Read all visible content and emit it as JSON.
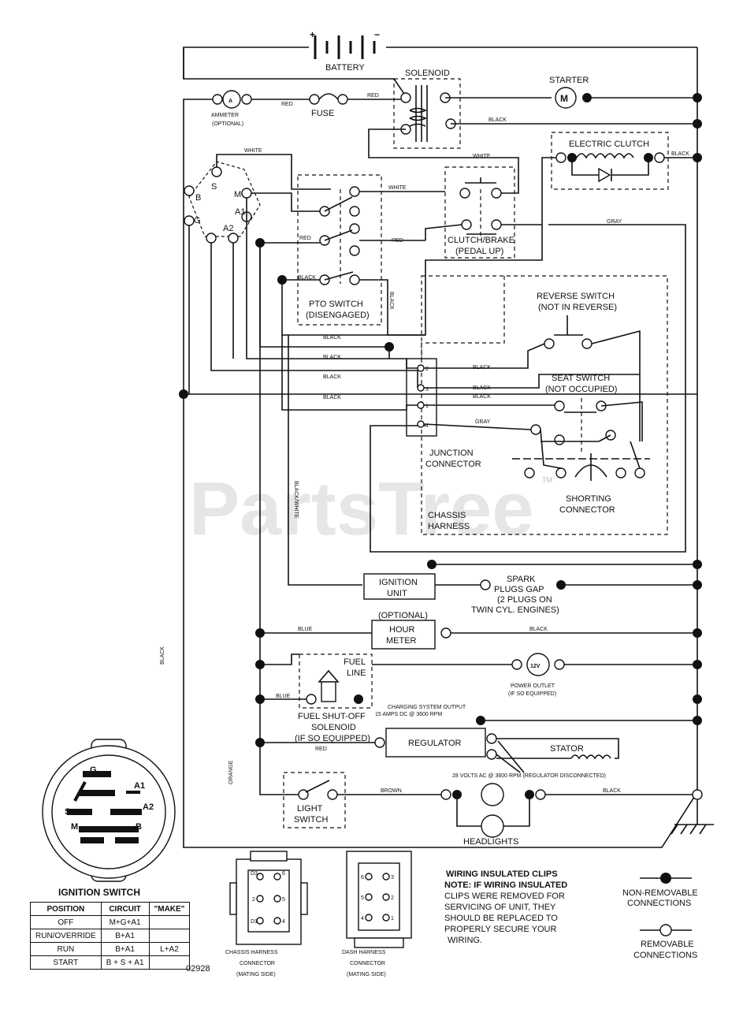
{
  "labels": {
    "battery": "BATTERY",
    "solenoid": "SOLENOID",
    "starter": "STARTER",
    "ammeter": "AMMETER",
    "ammeter_opt": "(OPTIONAL)",
    "fuse": "FUSE",
    "electric_clutch": "ELECTRIC CLUTCH",
    "clutch_brake": "CLUTCH/BRAKE",
    "pedal_up": "(PEDAL UP)",
    "pto_switch": "PTO SWITCH",
    "pto_disengaged": "(DISENGAGED)",
    "reverse_switch": "REVERSE SWITCH",
    "not_in_reverse": "(NOT IN REVERSE)",
    "seat_switch": "SEAT SWITCH",
    "not_occupied": "(NOT OCCUPIED)",
    "junction": "JUNCTION",
    "connector": "CONNECTOR",
    "shorting": "SHORTING",
    "chassis": "CHASSIS",
    "harness": "HARNESS",
    "ignition": "IGNITION",
    "unit": "UNIT",
    "spark1": "SPARK",
    "spark2": "PLUGS GAP",
    "spark3": "(2 PLUGS ON",
    "spark4": "TWIN CYL. ENGINES)",
    "optional": "(OPTIONAL)",
    "hour": "HOUR",
    "meter": "METER",
    "fuel": "FUEL",
    "line": "LINE",
    "outlet_v": "12V",
    "power_outlet": "POWER OUTLET",
    "if_equipped": "(IF SO EQUIPPED)",
    "fuel_shutoff": "FUEL SHUT-OFF",
    "solenoid2": "SOLENOID",
    "if_equipped2": "(IF SO EQUIPPED)",
    "charging": "CHARGING SYSTEM OUTPUT",
    "charging2": "15 AMPS DC @ 3600 RPM",
    "regulator": "REGULATOR",
    "stator": "STATOR",
    "volts_ac": "28 VOLTS AC @ 3600 RPM (REGULATOR DISCONNECTED)",
    "light": "LIGHT",
    "switch": "SWITCH",
    "headlights": "HEADLIGHTS",
    "watermark": "PartsTree",
    "tm": "TM",
    "ignition_switch": "IGNITION SWITCH",
    "chassis_conn1": "CHASSIS HARNESS",
    "chassis_conn2": "CONNECTOR",
    "chassis_conn3": "(MATING SIDE)",
    "dash_conn1": "DASH HARNESS",
    "dash_conn2": "CONNECTOR",
    "dash_conn3": "(MATING SIDE)",
    "clips_title": "WIRING INSULATED CLIPS",
    "clips_1": "NOTE: IF WIRING INSULATED",
    "clips_2": "CLIPS WERE REMOVED FOR",
    "clips_3": "SERVICING OF UNIT, THEY",
    "clips_4": "SHOULD BE REPLACED TO",
    "clips_5": "PROPERLY SECURE YOUR",
    "clips_6": "WIRING.",
    "non_removable1": "NON-REMOVABLE",
    "non_removable2": "CONNECTIONS",
    "removable1": "REMOVABLE",
    "removable2": "CONNECTIONS",
    "part_no": "02928"
  },
  "wire_colors": {
    "red": "RED",
    "white": "WHITE",
    "black": "BLACK",
    "gray": "GRAY",
    "blue": "BLUE",
    "orange": "ORANGE",
    "brown": "BROWN",
    "black_white": "BLACK/WHITE"
  },
  "terminals": {
    "s": "S",
    "m": "M",
    "b": "B",
    "g": "G",
    "a1": "A1",
    "a2": "A2",
    "j2": "2",
    "j3": "3",
    "j1": "1",
    "j4": "4",
    "ammeter_symbol": "A",
    "starter_symbol": "M",
    "plus": "+",
    "minus": "−"
  },
  "connector_pins": {
    "chassis": [
      "D3",
      "6",
      "2",
      "5",
      "D1",
      "4"
    ],
    "dash": [
      "6",
      "3",
      "5",
      "2",
      "4",
      "1"
    ]
  },
  "ignition_table": {
    "headers": [
      "POSITION",
      "CIRCUIT",
      "\"MAKE\""
    ],
    "rows": [
      [
        "OFF",
        "M+G+A1",
        ""
      ],
      [
        "RUN/OVERRIDE",
        "B+A1",
        ""
      ],
      [
        "RUN",
        "B+A1",
        "L+A2"
      ],
      [
        "START",
        "B + S + A1",
        ""
      ]
    ]
  }
}
